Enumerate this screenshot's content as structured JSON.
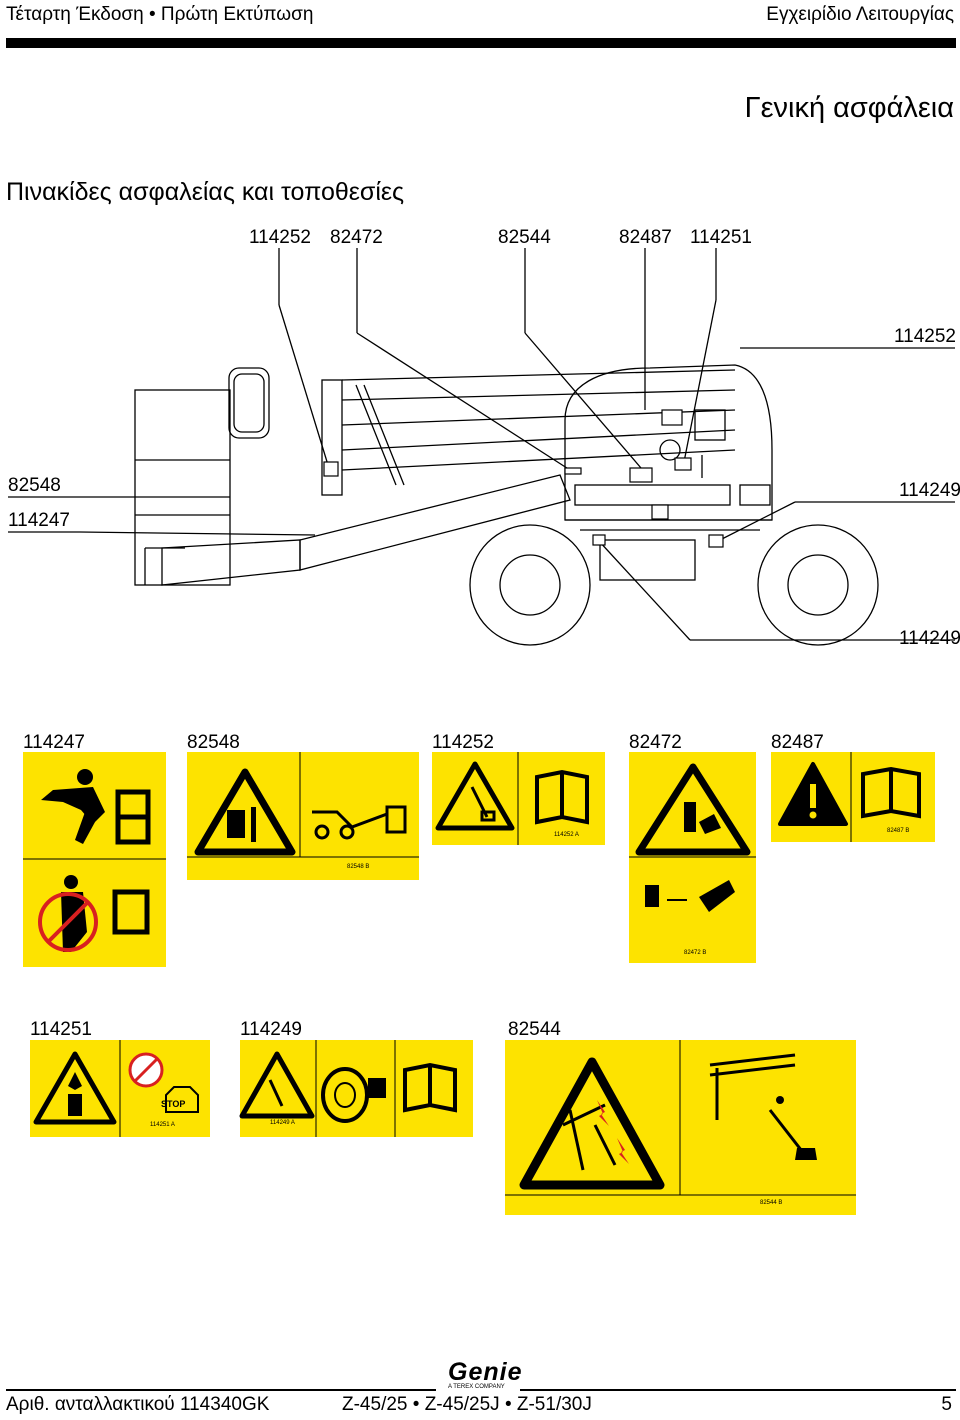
{
  "header": {
    "left": "Τέταρτη Έκδοση • Πρώτη Εκτύπωση",
    "right": "Εγχειρίδιο Λειτουργίας"
  },
  "page_title": "Γενική ασφάλεια",
  "section_title": "Πινακίδες ασφαλείας και τοποθεσίες",
  "callouts": {
    "top": [
      "114252",
      "82472",
      "82544",
      "82487",
      "114251"
    ],
    "right_top": "114252",
    "left_a": "82548",
    "left_b": "114247",
    "right_mid": "114249",
    "right_low": "114249"
  },
  "decals_row1": {
    "labels": [
      "114247",
      "82548",
      "114252",
      "82472",
      "82487"
    ],
    "codes": {
      "d82548": "82548  B",
      "d114252": "114252  A",
      "d82472": "82472  B",
      "d82487": "82487  B"
    }
  },
  "decals_row2": {
    "labels": [
      "114251",
      "114249",
      "82544"
    ],
    "codes": {
      "d114251": "114251  A",
      "d114249": "114249  A",
      "d82544": "82544  B"
    },
    "stop": "STOP"
  },
  "footer": {
    "part": "Αριθ. ανταλλακτικού 114340GK",
    "models": "Z-45/25 • Z-45/25J • Z-51/30J",
    "page": "5",
    "logo": "Genie",
    "logo_sub": "A TEREX COMPANY"
  },
  "colors": {
    "decal_yellow": "#fde300",
    "ink": "#000000"
  }
}
